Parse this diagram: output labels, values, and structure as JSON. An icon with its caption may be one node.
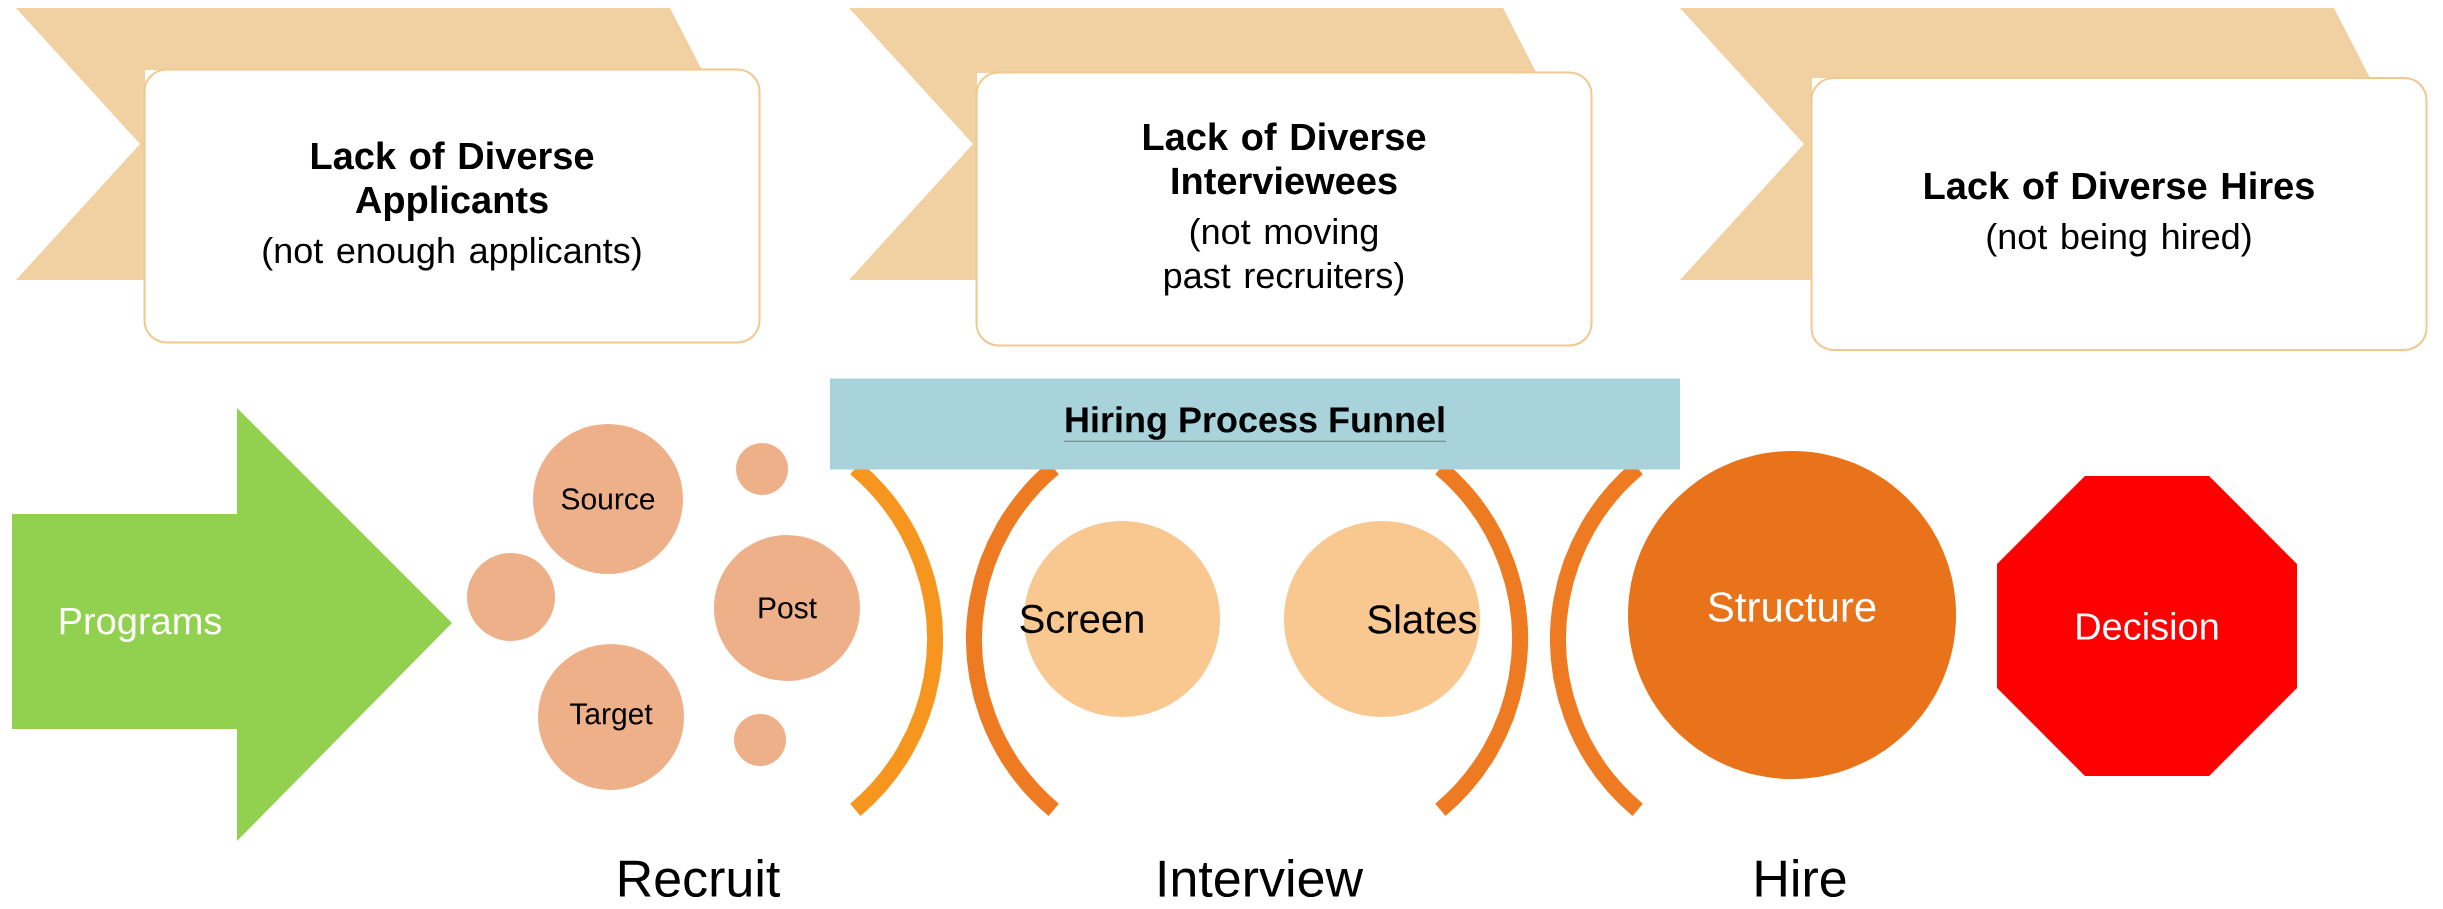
{
  "diagram": {
    "nodes": [
      {
        "text": [],
        "shape": "chevron"
      },
      {
        "text": [
          "Lack of Diverse Applicants",
          "(not enough applicants)"
        ]
      },
      {
        "text": [],
        "shape": "chevron"
      },
      {
        "text": [
          "Lack of Diverse Interviewees",
          "(not moving past recruiters)"
        ]
      },
      {
        "text": [],
        "shape": "chevron"
      },
      {
        "text": [
          "Lack of Diverse Hires",
          "(not being hired)"
        ]
      },
      {
        "text": [
          "Hiring Process Funnel"
        ]
      },
      {
        "text": [
          "Programs"
        ]
      },
      {
        "text": [
          "Source"
        ]
      },
      {
        "text": [],
        "shape": "circle"
      },
      {
        "text": [],
        "shape": "circle"
      },
      {
        "text": [
          "Post"
        ]
      },
      {
        "text": [
          "Target"
        ]
      },
      {
        "text": [],
        "shape": "circle"
      },
      {
        "text": [
          "Screen"
        ]
      },
      {
        "text": [
          "Slates"
        ]
      },
      {
        "text": [
          "Structure"
        ]
      },
      {
        "text": [
          "Decision"
        ]
      }
    ],
    "labels": [
      "Recruit",
      "Interview",
      "Hire"
    ]
  }
}
